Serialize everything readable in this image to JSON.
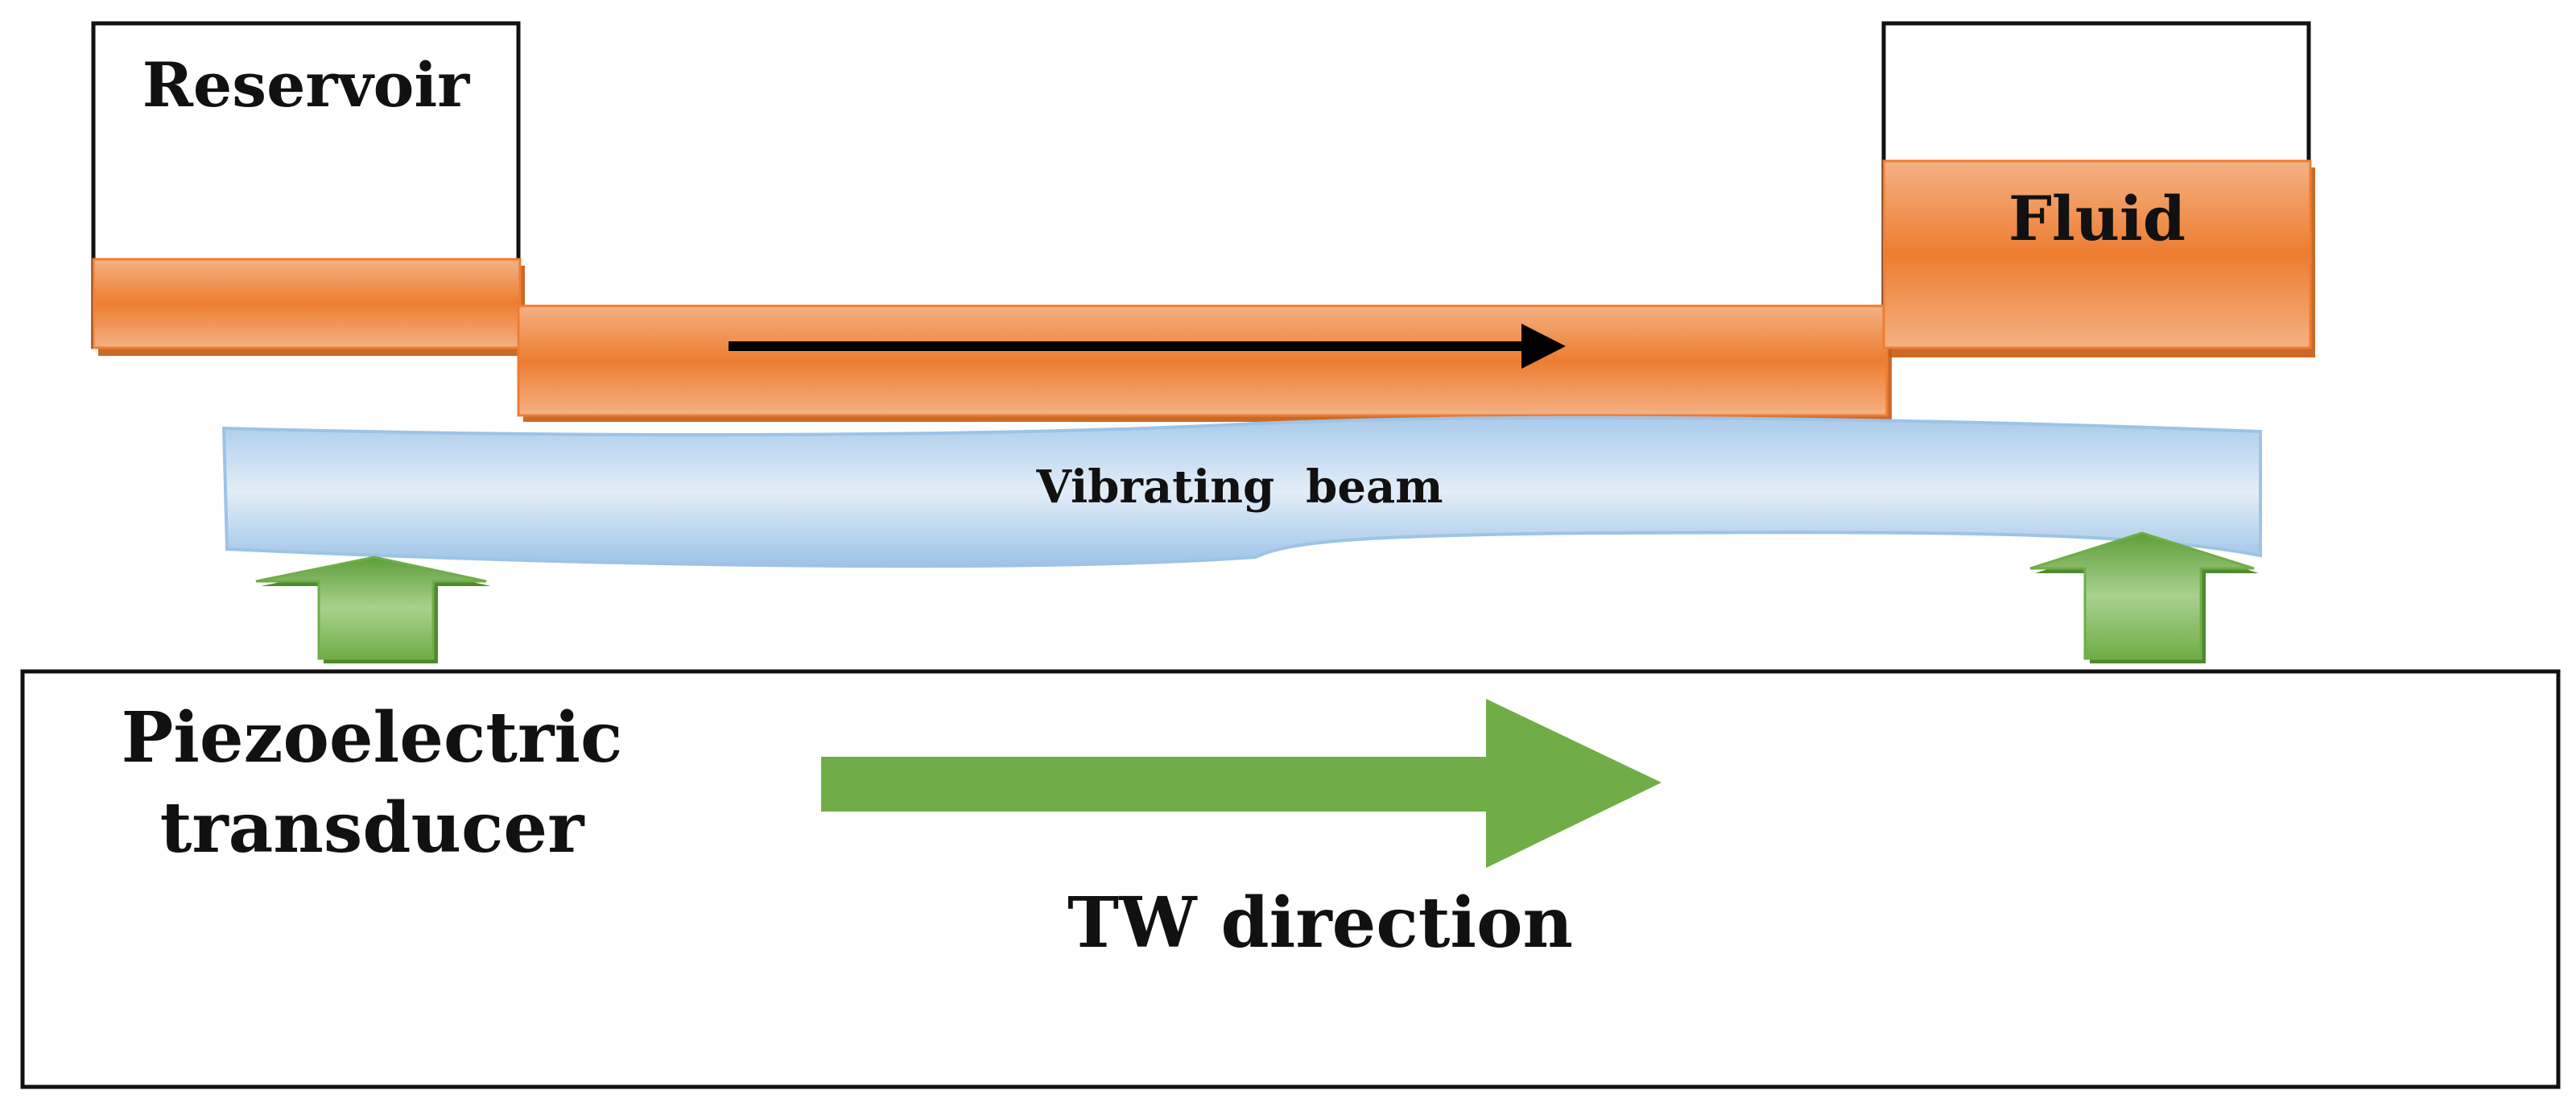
{
  "labels": {
    "reservoir": "Reservoir",
    "fluid": "Fluid",
    "beam": "Vibrating  beam",
    "transducer_line1": "Piezoelectric",
    "transducer_line2": "transducer",
    "tw_direction": "TW direction"
  },
  "colors": {
    "fluid_orange": "#ED7D31",
    "fluid_orange_light": "#F4B183",
    "beam_blue": "#9DC3E6",
    "beam_blue_light": "#DEEBF7",
    "arrow_green": "#70AD47",
    "flow_arrow_black": "#000000"
  }
}
